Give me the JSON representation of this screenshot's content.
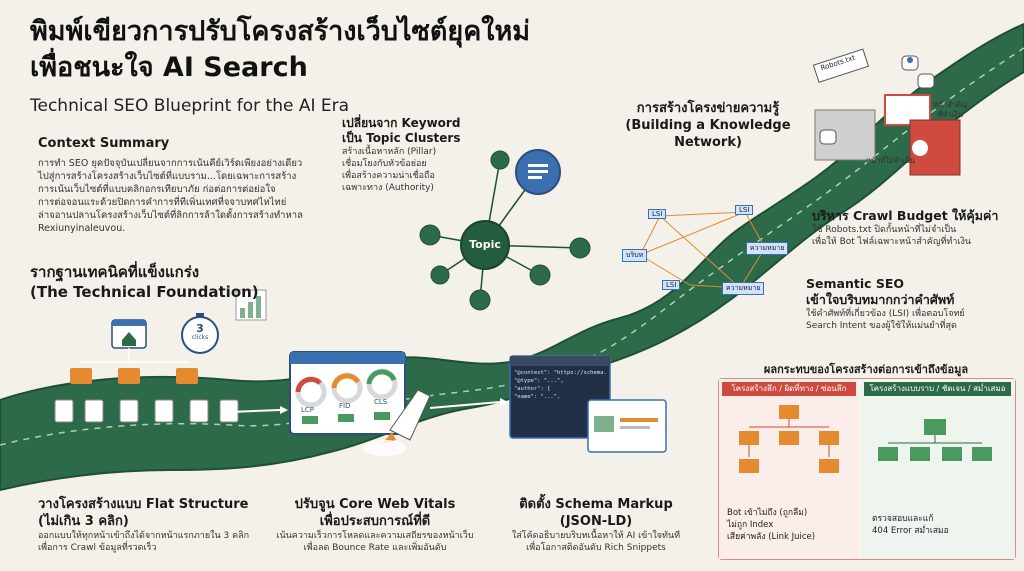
{
  "header": {
    "title_line1": "พิมพ์เขียวการปรับโครงสร้างเว็บไซต์ยุคใหม่",
    "title_line2": "เพื่อชนะใจ AI Search",
    "subtitle": "Technical SEO Blueprint for the AI Era"
  },
  "context": {
    "heading": "Context Summary",
    "lines": [
      "การทำ SEO ยุคปัจจุบันเปลี่ยนจากการเน้นคีย์เวิร์ดเพียงอย่างเดียว",
      "ไปสู่การสร้างโครงสร้างเว็บไซต์ที่แบบราม...โดยเฉพาะการสร้าง",
      "การเน้นเว็บไซต์ที่แบบคลิกอกรเทียบาภัย ก่อต่อการต่อย่อใจ",
      "การต่อจอนแระด้วยปิดการคำการที่ทีเพิ่นเทศที่จจาบทศไหไทย่",
      "ล่าจอานปลานโครงสร้างเว็บไซต์ที่ลิกการล้าใดตั้งการสร้างทำหาล",
      "Rexiunyinaleuvou."
    ]
  },
  "foundation": {
    "heading_line1": "รากฐานเทคนิคที่แข็งแกร่ง",
    "heading_line2": "(The Technical Foundation)",
    "timer_value": "3",
    "timer_unit": "clicks"
  },
  "flat": {
    "heading_line1": "วางโครงสร้างแบบ Flat Structure",
    "heading_line2": "(ไม่เกิน 3 คลิก)",
    "line1": "ออกแบบให้ทุกหน้าเข้าถึงได้จากหน้าแรกภายใน 3 คลิก",
    "line2": "เพื่อการ Crawl ข้อมูลที่รวดเร็ว"
  },
  "cwv": {
    "heading_line1": "ปรับจูน Core Web Vitals",
    "heading_line2": "เพื่อประสบการณ์ที่ดี",
    "line1": "เน้นความเร็วการโหลดและความเสถียรของหน้าเว็บ",
    "line2": "เพื่อลด Bounce Rate และเพิ่มอันดับ",
    "gauges": [
      "LCP",
      "FID",
      "CLS"
    ]
  },
  "schema": {
    "heading_line1": "ติดตั้ง Schema Markup",
    "heading_line2": "(JSON-LD)",
    "line1": "ใส่โค้ดอธิบายบริบทเนื้อหาให้ AI เข้าใจทันที",
    "line2": "เพื่อโอกาสติดอันดับ Rich Snippets",
    "code_lines": [
      "\"@context\": \"https://schema.org\",",
      "\"@type\": \"...\",",
      "\"author\": {",
      "  \"name\": \"...\","
    ]
  },
  "clusters": {
    "heading_line1": "เปลี่ยนจาก Keyword",
    "heading_line2": "เป็น Topic Clusters",
    "line1": "สร้างเนื้อหาหลัก (Pillar)",
    "line2": "เชื่อมโยงกับหัวข้อย่อย",
    "line3": "เพื่อสร้างความน่าเชื่อถือ",
    "line4": "เฉพาะทาง (Authority)",
    "center_label": "Topic"
  },
  "knowledge": {
    "heading_line1": "การสร้างโครงข่ายความรู้",
    "heading_line2": "(Building a Knowledge",
    "heading_line3": "Network)",
    "nodes": [
      "LSI",
      "LSI",
      "LSI",
      "บริบท",
      "ความหมาย",
      "ความหมาย"
    ]
  },
  "crawl": {
    "heading": "บริหาร Crawl Budget ให้คุ้มค่า",
    "line1": "ใช้ Robots.txt ปิดกั้นหน้าที่ไม่จำเป็น",
    "line2": "เพื่อให้ Bot ไฟล์เฉพาะหน้าสำคัญที่ทำเงิน",
    "robots_label": "Robots.txt",
    "important_label1": "หน้าสำคัญ",
    "important_label2": "ที่ทำเงิน",
    "unneeded_label": "หน้าที่ไม่จำเป็น"
  },
  "semantic": {
    "heading_line1": "Semantic SEO",
    "heading_line2": "เข้าใจบริบทมากกว่าคำศัพท์",
    "line1": "ใช้คำศัพท์ที่เกี่ยวข้อง (LSI) เพื่อตอบโจทย์",
    "line2": "Search Intent ของผู้ใช้ให้แม่นยำที่สุด"
  },
  "impact": {
    "heading": "ผลกระทบของโครงสร้างต่อการเข้าถึงข้อมูล",
    "left_tab": "โครงสร้างลึก / ผิดที่ทาง / ซ่อนลึก",
    "right_tab": "โครงสร้างแบบราบ / ชัดเจน / สม่ำเสมอ",
    "left_items": [
      "Bot เข้าไม่ถึง (ถูกลืม)",
      "ไม่ถูก Index",
      "เสียค่าพลัง (Link Juice)"
    ],
    "right_items": [
      "ตรวจสอบและแก้",
      "404 Error สม่ำเสมอ"
    ]
  },
  "colors": {
    "road": "#2d6a4a",
    "road_dark": "#1f4f36",
    "accent_orange": "#e58a2f",
    "accent_red": "#cf4b3f",
    "accent_blue": "#3a6fb0"
  }
}
